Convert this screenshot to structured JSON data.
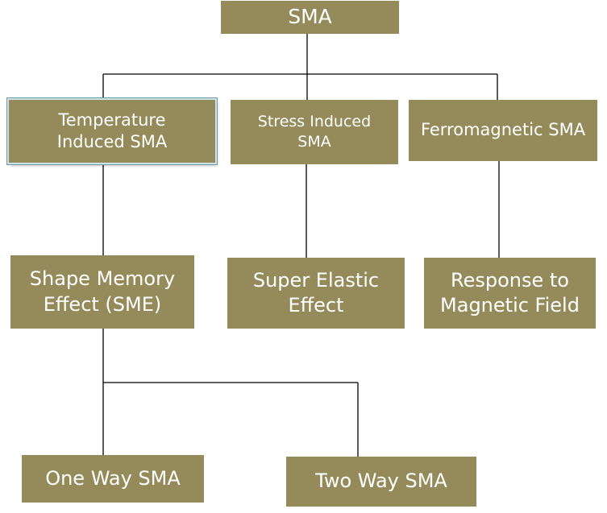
{
  "diagram": {
    "root": "SMA",
    "categories": [
      {
        "label": "Temperature Induced SMA"
      },
      {
        "label": "Stress Induced SMA"
      },
      {
        "label": "Ferromagnetic SMA"
      }
    ],
    "effects": [
      {
        "label": "Shape Memory Effect (SME)"
      },
      {
        "label": "Super Elastic Effect"
      },
      {
        "label": "Response to Magnetic Field"
      }
    ],
    "sme_types": [
      {
        "label": "One Way SMA"
      },
      {
        "label": "Two Way SMA"
      }
    ]
  },
  "colors": {
    "box_fill": "#958b5a",
    "box_text": "#ffffff",
    "connector": "#000000",
    "selection_outline": "#6e9aa5"
  }
}
